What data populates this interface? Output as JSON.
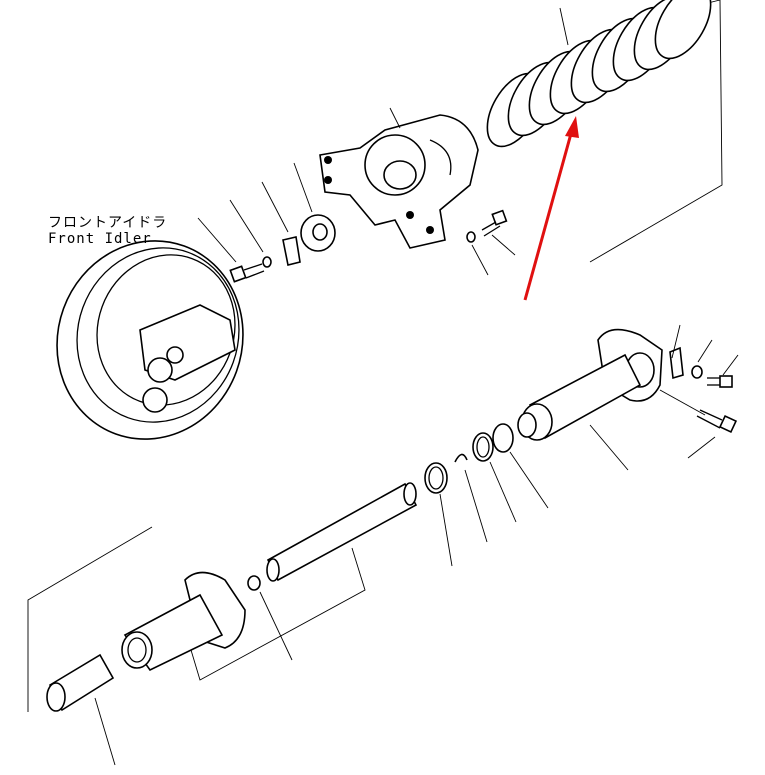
{
  "diagram": {
    "label_jp": "フロントアイドラ",
    "label_en": "Front Idler",
    "colors": {
      "line": "#000000",
      "arrow": "#e01010",
      "background": "#ffffff"
    },
    "spring_coils": 9
  }
}
